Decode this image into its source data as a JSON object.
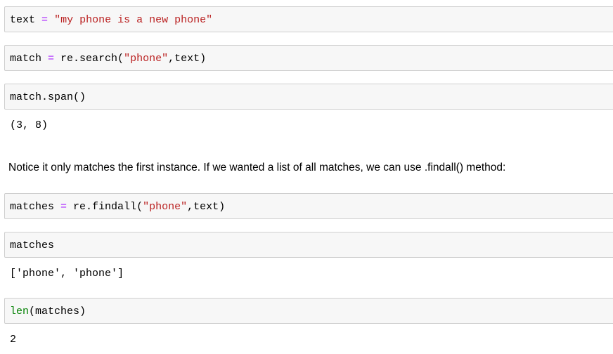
{
  "cells": [
    {
      "type": "code",
      "tokens": [
        {
          "t": "text",
          "c": "plain"
        },
        {
          "t": " ",
          "c": "plain"
        },
        {
          "t": "=",
          "c": "op"
        },
        {
          "t": " ",
          "c": "plain"
        },
        {
          "t": "\"my phone is a new phone\"",
          "c": "str"
        }
      ]
    },
    {
      "type": "code",
      "tokens": [
        {
          "t": "match",
          "c": "plain"
        },
        {
          "t": " ",
          "c": "plain"
        },
        {
          "t": "=",
          "c": "op"
        },
        {
          "t": " re.search(",
          "c": "plain"
        },
        {
          "t": "\"phone\"",
          "c": "str"
        },
        {
          "t": ",text)",
          "c": "plain"
        }
      ]
    },
    {
      "type": "code",
      "tokens": [
        {
          "t": "match.span()",
          "c": "plain"
        }
      ],
      "output": "(3, 8)"
    },
    {
      "type": "markdown",
      "text": "Notice it only matches the first instance. If we wanted a list of all matches, we can use .findall() method:"
    },
    {
      "type": "code",
      "tokens": [
        {
          "t": "matches",
          "c": "plain"
        },
        {
          "t": " ",
          "c": "plain"
        },
        {
          "t": "=",
          "c": "op"
        },
        {
          "t": " re.findall(",
          "c": "plain"
        },
        {
          "t": "\"phone\"",
          "c": "str"
        },
        {
          "t": ",text)",
          "c": "plain"
        }
      ]
    },
    {
      "type": "code",
      "tokens": [
        {
          "t": "matches",
          "c": "plain"
        }
      ],
      "output": "['phone', 'phone']"
    },
    {
      "type": "code",
      "tokens": [
        {
          "t": "len",
          "c": "builtin"
        },
        {
          "t": "(matches)",
          "c": "plain"
        }
      ],
      "output": "2"
    }
  ],
  "colors": {
    "cell_background": "#f7f7f7",
    "cell_border": "#cfcfcf",
    "operator": "#aa22ff",
    "string": "#ba2121",
    "builtin": "#008000"
  }
}
